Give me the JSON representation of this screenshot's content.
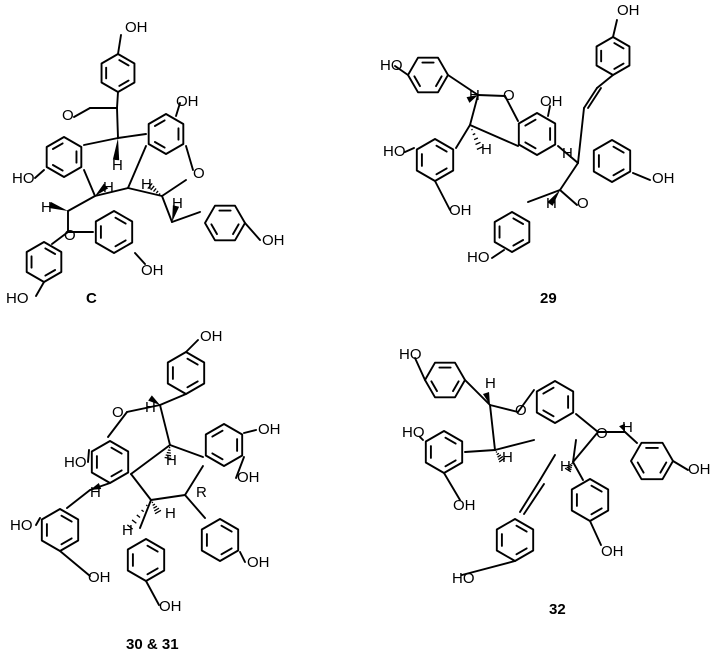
{
  "figure": {
    "compounds": [
      {
        "label": "C",
        "atoms": {
          "hydroxyl": "OH",
          "phenol_oh": "HO",
          "ring_oxygen": "O",
          "hydrogen": "H"
        }
      },
      {
        "label": "29",
        "atoms": {
          "hydroxyl": "OH",
          "phenol_oh": "HO",
          "ring_oxygen": "O",
          "hydrogen": "H"
        }
      },
      {
        "label": "30 & 31",
        "atoms": {
          "hydroxyl": "OH",
          "phenol_oh": "HO",
          "ring_oxygen": "O",
          "hydrogen": "H",
          "substituent": "R"
        }
      },
      {
        "label": "32",
        "atoms": {
          "hydroxyl": "OH",
          "phenol_oh": "HO",
          "ring_oxygen": "O",
          "hydrogen": "H"
        }
      }
    ]
  }
}
